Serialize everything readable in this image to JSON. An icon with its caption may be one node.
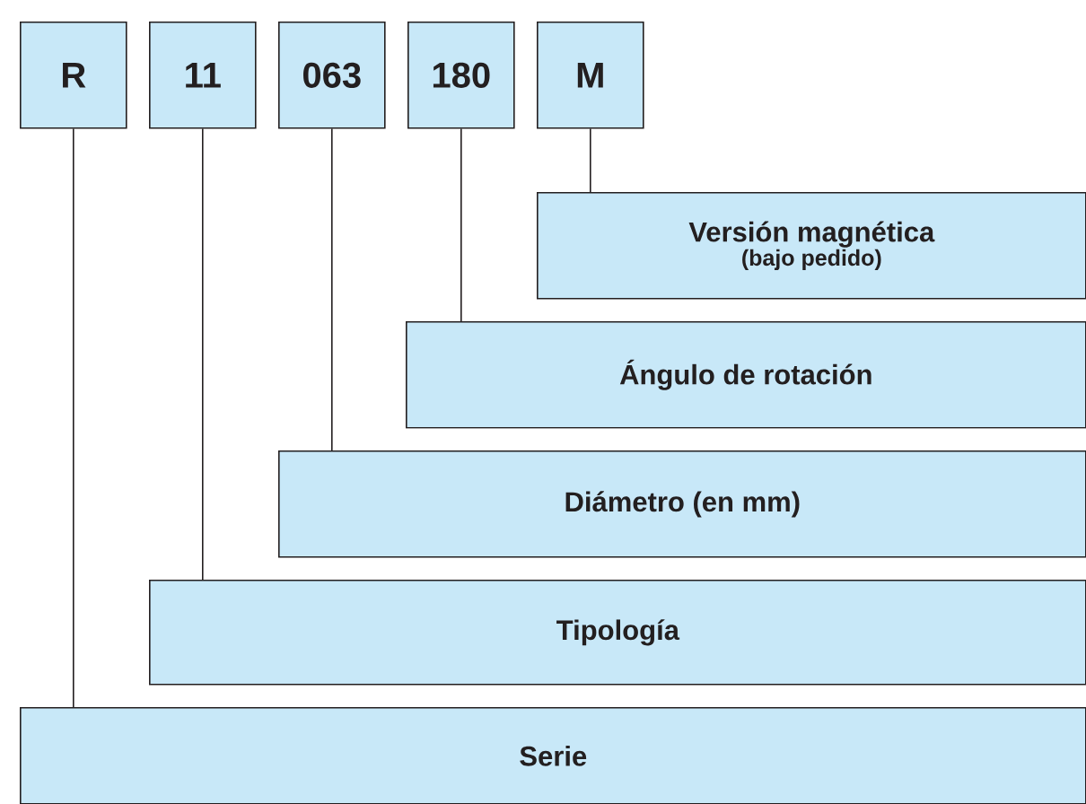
{
  "diagram": {
    "nodes": [
      {
        "text": [
          "R"
        ]
      },
      {
        "text": [
          "11"
        ]
      },
      {
        "text": [
          "063"
        ]
      },
      {
        "text": [
          "180"
        ]
      },
      {
        "text": [
          "M"
        ]
      },
      {
        "text": [
          "Versión magnética",
          "(bajo pedido)"
        ]
      },
      {
        "text": [
          "Ángulo de rotación"
        ]
      },
      {
        "text": [
          "Diámetro (en mm)"
        ]
      },
      {
        "text": [
          "Tipología"
        ]
      },
      {
        "text": [
          "Serie"
        ]
      }
    ],
    "edges": [
      {
        "from": 4,
        "to": 5,
        "arrow": "none"
      },
      {
        "from": 3,
        "to": 6,
        "arrow": "none"
      },
      {
        "from": 2,
        "to": 7,
        "arrow": "none"
      },
      {
        "from": 1,
        "to": 8,
        "arrow": "none"
      },
      {
        "from": 0,
        "to": 9,
        "arrow": "none"
      }
    ]
  }
}
